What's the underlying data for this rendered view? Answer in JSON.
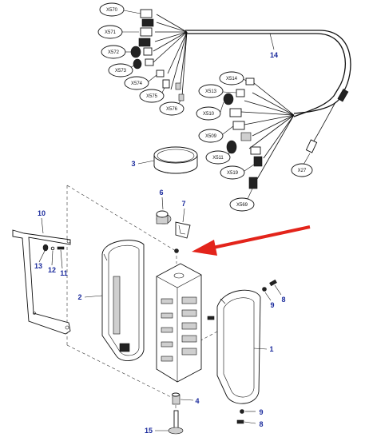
{
  "connectors": [
    "X570",
    "X571",
    "X572",
    "X573",
    "X574",
    "X575",
    "X576",
    "X514",
    "X513",
    "X510",
    "X509",
    "X511",
    "X519",
    "X569",
    "X27"
  ],
  "parts": {
    "p1": "1",
    "p2": "2",
    "p3": "3",
    "p4": "4",
    "p6": "6",
    "p7": "7",
    "p8a": "8",
    "p8b": "8",
    "p9a": "9",
    "p9b": "9",
    "p10": "10",
    "p11": "11",
    "p12": "12",
    "p13": "13",
    "p14": "14",
    "p15": "15"
  },
  "colors": {
    "part_number": "#1a2a9c",
    "arrow": "#e3241b",
    "line": "#111111"
  }
}
